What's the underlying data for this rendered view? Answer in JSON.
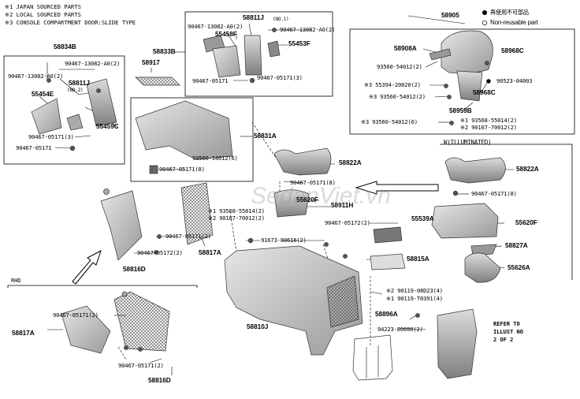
{
  "notes": [
    "※1 JAPAN SOURCED PARTS",
    "※2 LOCAL SOURCED PARTS",
    "※3 CONSOLE COMPARTMENT DOOR:SLIDE TYPE"
  ],
  "legend": {
    "japanese": "再使用不可部品",
    "english": "Non-reusable part"
  },
  "watermark": "SedanViet.vn",
  "sections": {
    "w_illuminated": "W(ILLUMINATED)",
    "rhd": "RHD",
    "no1": "(NO.1)",
    "no2": "(NO.2)"
  },
  "refer": [
    "REFER TO",
    "ILLUST NO",
    "2 OF 2"
  ],
  "labels": {
    "p58834B": "58834B",
    "p90467_13082_A0_1": "90467-13082-A0(2)",
    "p90467_13082_A0_2": "90467-13082-A0(2)",
    "p58811J_left": "58811J",
    "p55454E": "55454E",
    "p55459C": "55459C",
    "p90467_05171_3a": "90467-05171(3)",
    "p90467_05171_a": "90467-05171",
    "p58917": "58917",
    "p58833B": "58833B",
    "p58811J_top": "58811J",
    "p90467_13082_A0_3": "90467-13082-A0(2)",
    "p90467_13082_A0_4": "90467-13082-A0(2)",
    "p55458F": "55458F",
    "p55453F": "55453F",
    "p90467_05171_b": "90467-05171",
    "p90467_05171_3b": "90467-05171(3)",
    "p58905": "58905",
    "p58908A": "58908A",
    "p93560_54012_2a": "93560-54012(2)",
    "p55394": "※3 55394-20020(2)",
    "p93560_54012_2b": "※3 93560-54012(2)",
    "p93560_54012_6": "※3 93560-54012(6)",
    "p58968C_1": "58968C",
    "p90523": "90523-04003",
    "p58968C_2": "58968C",
    "p58959B": "58959B",
    "p93568": "※1 93568-55014(2)",
    "p90167_a": "※2 90167-70012(2)",
    "p58831A": "58831A",
    "p93560_14012": "93560-14012(6)",
    "p90467_05171_8a": "90467-05171(8)",
    "p58822A_1": "58822A",
    "p90467_05171_8b": "90467-05171(8)",
    "p58822A_2": "58822A",
    "p90467_05171_8c": "90467-05171(8)",
    "p55620F_1": "55620F",
    "p58911H": "58911H",
    "p93568_b": "※1 93568-55014(2)",
    "p90167_b": "※2 90167-70012(2)",
    "p90467_05171_2a": "90467-05171(2)",
    "p90467_05172_2a": "90467-05172(2)",
    "p58817A_1": "58817A",
    "p58816D_1": "58816D",
    "p91673": "91673-80616(2)",
    "p90467_05172_2b": "90467-05172(2)",
    "p55539A": "55539A",
    "p58815A": "58815A",
    "p55620F_2": "55620F",
    "p58827A": "58827A",
    "p55626A": "55626A",
    "p90119_08D23": "※2 90119-08D23(4)",
    "p90119_T0391": "※1 90119-T0391(4)",
    "p58896A": "58896A",
    "p94223": "94223-80600(2)",
    "p58810J": "58810J",
    "p90467_05171_2b": "90467-05171(2)",
    "p58817A_2": "58817A",
    "p90467_05171_2c": "90467-05171(2)",
    "p58816D_2": "58816D"
  }
}
